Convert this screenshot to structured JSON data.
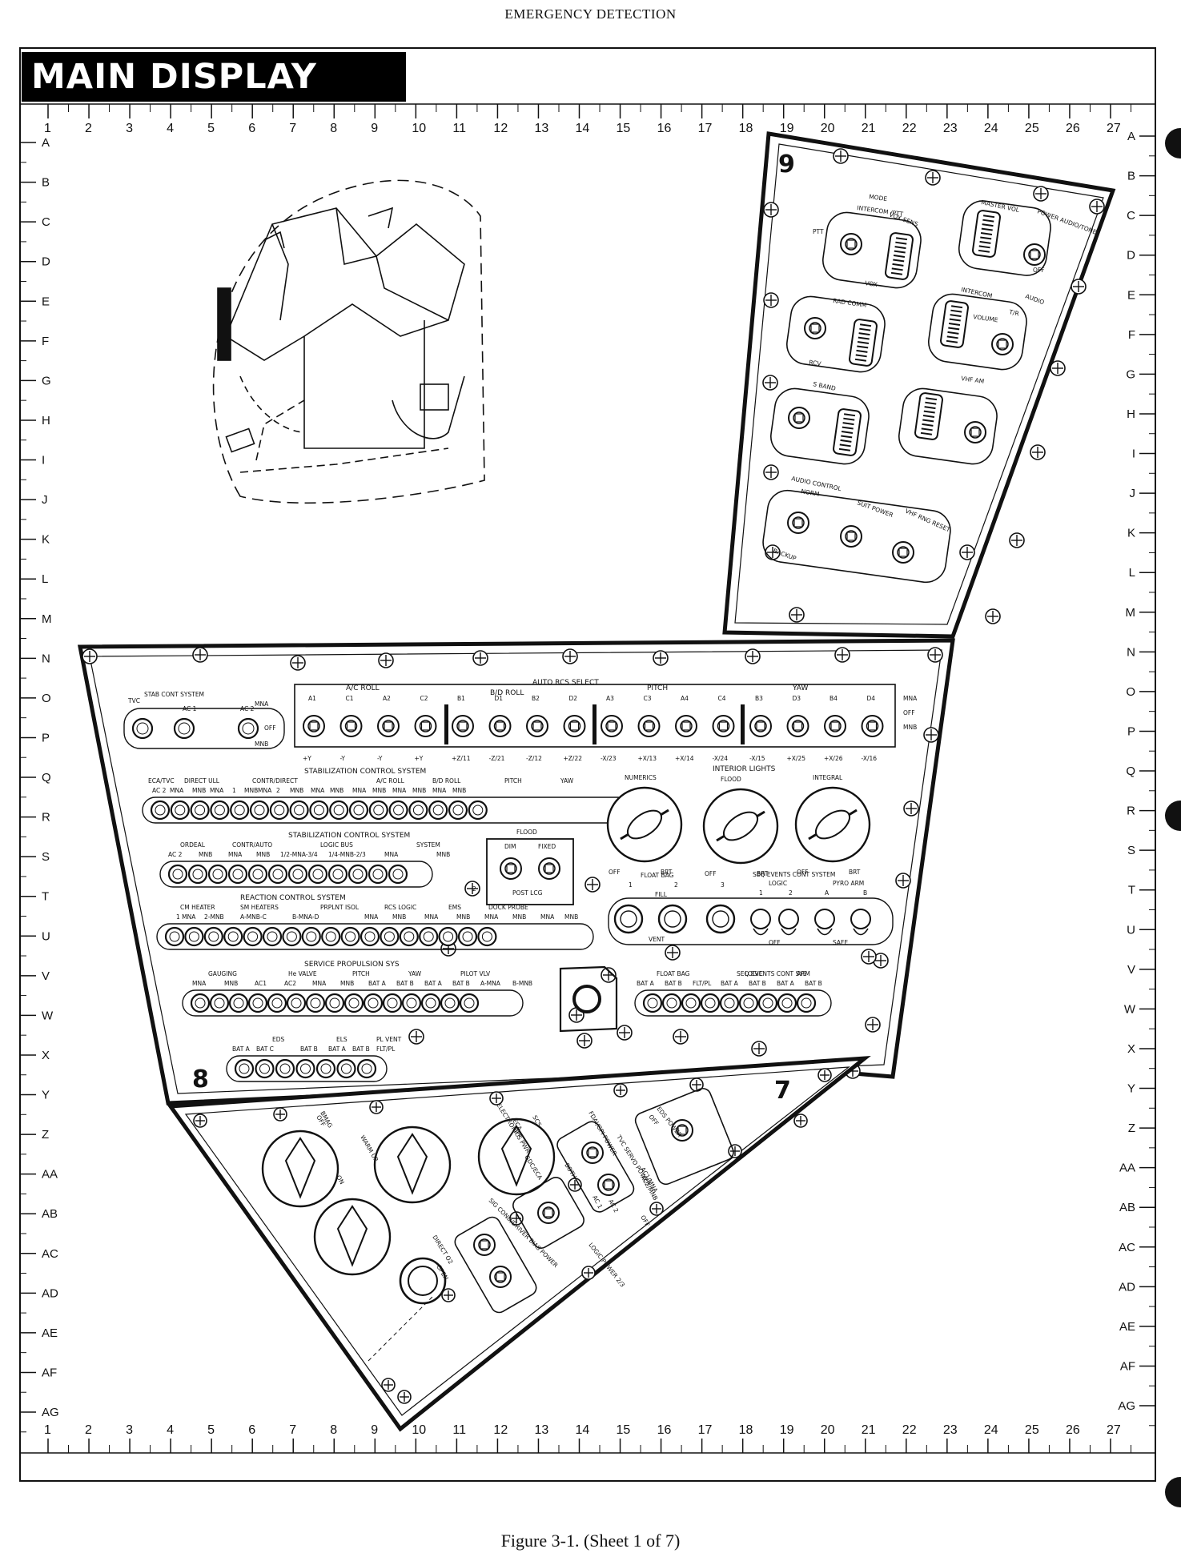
{
  "header": "EMERGENCY DETECTION",
  "title": "MAIN DISPLAY CONSOLE",
  "caption": "Figure 3-1.  (Sheet 1 of 7)",
  "grid": {
    "columns": [
      "1",
      "2",
      "3",
      "4",
      "5",
      "6",
      "7",
      "8",
      "9",
      "10",
      "11",
      "12",
      "13",
      "14",
      "15",
      "16",
      "17",
      "18",
      "19",
      "20",
      "21",
      "22",
      "23",
      "24",
      "25",
      "26",
      "27"
    ],
    "rows": [
      "A",
      "B",
      "C",
      "D",
      "E",
      "F",
      "G",
      "H",
      "I",
      "J",
      "K",
      "L",
      "M",
      "N",
      "O",
      "P",
      "Q",
      "R",
      "S",
      "T",
      "U",
      "V",
      "W",
      "X",
      "Y",
      "Z",
      "AA",
      "AB",
      "AC",
      "AD",
      "AE",
      "AF",
      "AG"
    ]
  },
  "panels": {
    "p9": {
      "number": "9",
      "labels": [
        "MODE",
        "INTERCOM /PTT",
        "VOX SENS",
        "MASTER VOL",
        "POWER AUDIO/TONE",
        "PTT",
        "VOX",
        "OFF",
        "AUDIO",
        "INTERCOM",
        "VOLUME",
        "T/R",
        "RAD COMM",
        "S BAND",
        "RCV",
        "VHF AM",
        "AUDIO CONTROL",
        "NORM",
        "SUIT POWER",
        "VHF RNG RESET",
        "BACKUP"
      ]
    },
    "p8": {
      "number": "8",
      "stab_cont_system": "STAB CONT SYSTEM",
      "stab_cont_breakers": [
        "TVC",
        "AC 1",
        "AC 2"
      ],
      "auto_rcs_select": "AUTO RCS SELECT",
      "rcs_groups": [
        "A/C ROLL",
        "B/D ROLL",
        "PITCH",
        "YAW"
      ],
      "rcs_quads": [
        "A1",
        "C1",
        "A2",
        "C2",
        "B1",
        "D1",
        "B2",
        "D2",
        "A3",
        "C3",
        "A4",
        "C4",
        "B3",
        "D3",
        "B4",
        "D4"
      ],
      "rcs_positions": [
        "MNA",
        "OFF",
        "MNB"
      ],
      "rcs_axes": [
        "+Y",
        "-Y",
        "-Y",
        "+Y",
        "+Z/11",
        "-Z/21",
        "-Z/12",
        "+Z/22",
        "-X/23",
        "+X/13",
        "+X/14",
        "-X/24",
        "-X/15",
        "+X/25",
        "+X/26",
        "-X/16"
      ],
      "row1_title": "STABILIZATION CONTROL SYSTEM",
      "row1_headers": [
        "ECA/TVC",
        "DIRECT ULL",
        "CONTR/DIRECT",
        "A/C ROLL",
        "B/D ROLL",
        "PITCH",
        "YAW"
      ],
      "row1_breakers": [
        "AC 2",
        "MNA",
        "MNB",
        "MNA",
        "1",
        "MNB",
        "MNA",
        "2",
        "MNB",
        "MNA",
        "MNB",
        "MNA",
        "MNB",
        "MNA",
        "MNB",
        "MNA",
        "MNB"
      ],
      "interior_lights": "INTERIOR LIGHTS",
      "light_knobs": [
        "NUMERICS",
        "FLOOD",
        "INTEGRAL"
      ],
      "knob_range": [
        "OFF",
        "BRT"
      ],
      "row2_title": "STABILIZATION CONTROL SYSTEM",
      "row2_headers": [
        "ORDEAL",
        "CONTR/AUTO",
        "LOGIC BUS",
        "SYSTEM"
      ],
      "row2_breakers": [
        "AC 2",
        "MNB",
        "MNA",
        "MNB",
        "1/2-MNA-3/4",
        "1/4-MNB-2/3",
        "MNA",
        "MNB"
      ],
      "flood": "FLOOD",
      "flood_switches": [
        "DIM",
        "FIXED"
      ],
      "post_lcg": "POST LCG",
      "float_bag": "FLOAT BAG",
      "float_bag_labels": [
        "1",
        "2",
        "3",
        "FILL",
        "VENT"
      ],
      "seq_events": "SEQ EVENTS CONT SYSTEM",
      "seq_events_labels": [
        "LOGIC",
        "1",
        "2",
        "PYRO ARM",
        "A",
        "B",
        "OFF",
        "SAFE"
      ],
      "row3_title": "REACTION CONTROL SYSTEM",
      "row3_headers": [
        "CM HEATER",
        "SM HEATERS",
        "PRPLNT ISOL",
        "RCS LOGIC",
        "EMS",
        "DOCK PROBE"
      ],
      "row3_breakers": [
        "1 MNA",
        "2-MNB",
        "A-MNB-C",
        "B-MNA-D",
        "MNA",
        "MNB",
        "MNA",
        "MNB",
        "MNA",
        "MNB",
        "MNA",
        "MNB"
      ],
      "row4_title": "SERVICE PROPULSION SYS",
      "row4_headers": [
        "GAUGING",
        "He VALVE",
        "PITCH",
        "YAW",
        "PILOT VLV"
      ],
      "row4_breakers": [
        "MNA",
        "MNB",
        "AC1",
        "AC2",
        "MNA",
        "MNB",
        "BAT A",
        "BAT B",
        "BAT A",
        "BAT B",
        "A-MNA",
        "B-MNB"
      ],
      "row4_right_headers": [
        "FLOAT BAG",
        "SEQ EVENTS CONT SYS",
        "LOGIC",
        "ARM"
      ],
      "row4_right_breakers": [
        "BAT A",
        "BAT B",
        "FLT/PL",
        "BAT A",
        "BAT B",
        "BAT A",
        "BAT B"
      ],
      "row5_headers": [
        "EDS",
        "ELS",
        "PL VENT"
      ],
      "row5_breakers": [
        "BAT A",
        "BAT C",
        "BAT B",
        "BAT A",
        "BAT B",
        "FLT/PL"
      ]
    },
    "p7": {
      "number": "7",
      "labels": [
        "EDS POWER",
        "OFF",
        "SCS",
        "ELECTRONICS PWR",
        "ECA",
        "GDC/ECA",
        "OFF",
        "FDAI/GPI POWER",
        "BOTH",
        "AC 1",
        "AC 2",
        "TVC SERVO POWER",
        "AC1/MNA",
        "AC2/MNB",
        "OFF",
        "SIG COND/DRIVER BIAS POWER",
        "LOGIC POWER 2/3",
        "DIRECT O2",
        "OPEN",
        "BMAG",
        "WARM UP",
        "ON",
        "OFF"
      ]
    }
  }
}
